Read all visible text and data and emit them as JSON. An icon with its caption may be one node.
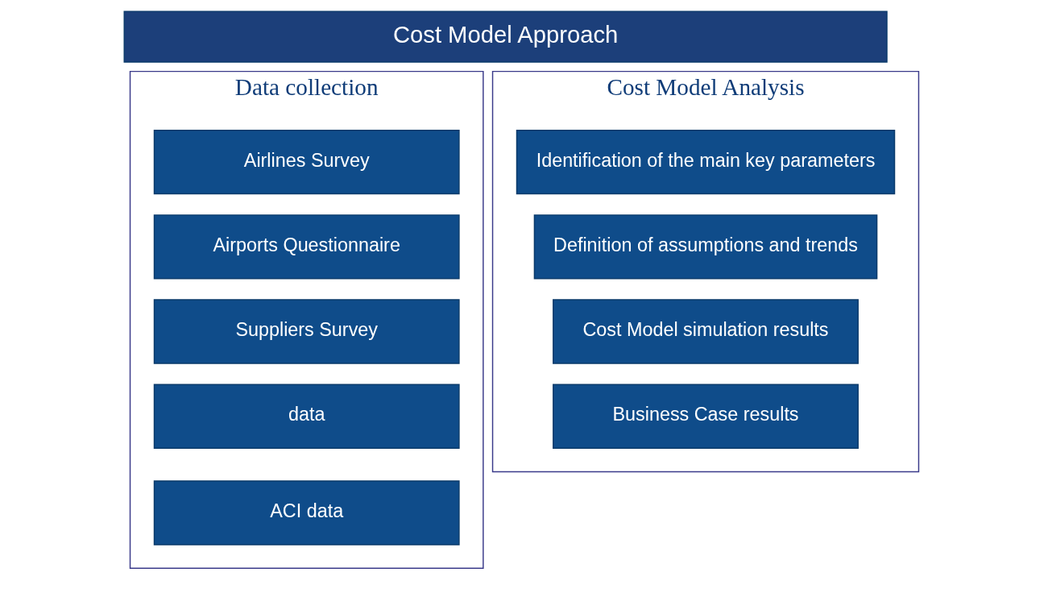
{
  "diagram": {
    "nodes": [
      {
        "text": [
          "Cost Model Approach"
        ]
      },
      {
        "text": [
          "Data collection"
        ]
      },
      {
        "text": [
          "Airlines Survey"
        ],
        "in": 1
      },
      {
        "text": [
          "Airports Questionnaire"
        ],
        "in": 1
      },
      {
        "text": [
          "Suppliers Survey"
        ],
        "in": 1
      },
      {
        "text": [
          "data"
        ],
        "in": 1
      },
      {
        "text": [
          "ACI data"
        ],
        "in": 1
      },
      {
        "text": [
          "Cost Model Analysis"
        ]
      },
      {
        "text": [
          "Identification of the main key parameters"
        ],
        "in": 7
      },
      {
        "text": [
          "Definition of assumptions and trends"
        ],
        "in": 7
      },
      {
        "text": [
          "Cost Model simulation results"
        ],
        "in": 7
      },
      {
        "text": [
          "Business Case results"
        ],
        "in": 7
      }
    ],
    "edges": []
  }
}
